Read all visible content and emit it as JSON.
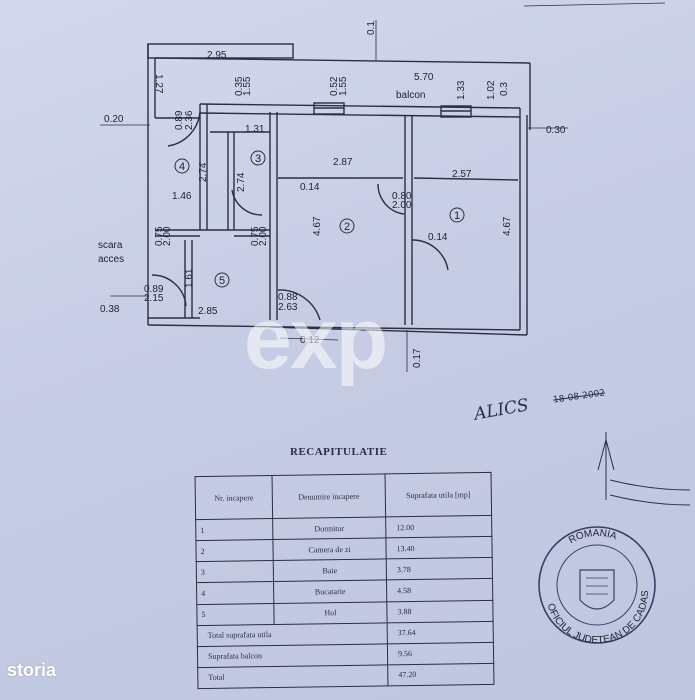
{
  "plan": {
    "balcony_label": "balcon",
    "stair_label_1": "scara",
    "stair_label_2": "acces",
    "dims": {
      "d_0_1": "0.1",
      "d_2_95": "2.95",
      "d_5_70": "5.70",
      "d_1_27": "1.27",
      "d_0_35": "0.35",
      "d_1_55": "1.55",
      "d_0_52": "0.52",
      "d_1_55b": "1.55",
      "d_1_33": "1.33",
      "d_1_02": "1.02",
      "d_0_3": "0.3",
      "d_0_20": "0.20",
      "d_0_89a": "0.89",
      "d_2_36": "2.36",
      "d_1_31": "1.31",
      "d_0_30": "0.30",
      "d_2_74a": "2.74",
      "d_2_74b": "2.74",
      "d_2_87": "2.87",
      "d_2_57": "2.57",
      "d_1_46": "1.46",
      "d_0_14a": "0.14",
      "d_0_80": "0.80",
      "d_2_00a": "2.00",
      "d_4_67a": "4.67",
      "d_0_14b": "0.14",
      "d_4_67b": "4.67",
      "d_0_75a": "0.75",
      "d_2_00b": "2.00",
      "d_0_75b": "0.75",
      "d_2_00c": "2.00",
      "d_1_61": "1.61",
      "d_0_89b": "0.89",
      "d_2_15": "2.15",
      "d_0_38": "0.38",
      "d_2_85": "2.85",
      "d_0_88": "0.88",
      "d_2_63": "2.63",
      "d_0_12": "0.12",
      "d_0_17": "0.17"
    },
    "rooms": [
      "1",
      "2",
      "3",
      "4",
      "5"
    ]
  },
  "recap": {
    "title": "RECAPITULATIE",
    "headers": [
      "Nr. incapere",
      "Denumire incapere",
      "Suprafata utila [mp]"
    ],
    "rows": [
      {
        "nr": "1",
        "name": "Dormitor",
        "area": "12.00"
      },
      {
        "nr": "2",
        "name": "Camera de zi",
        "area": "13.40"
      },
      {
        "nr": "3",
        "name": "Baie",
        "area": "3.78"
      },
      {
        "nr": "4",
        "name": "Bucatarie",
        "area": "4.58"
      },
      {
        "nr": "5",
        "name": "Hol",
        "area": "3.88"
      }
    ],
    "total_util_label": "Total suprafata utila",
    "total_util": "37.64",
    "balcony_label": "Suprafata balcon",
    "balcony": "9.56",
    "total_label": "Total",
    "total": "47.20"
  },
  "annotations": {
    "handwriting": "ALICS",
    "date": "18-08-2002"
  },
  "stamp": {
    "text_top": "ROMANIA",
    "text_bottom": "OFICIUL JUDETEAN DE CADASTRU"
  },
  "branding": {
    "watermark": "exp",
    "logo": "storia"
  }
}
